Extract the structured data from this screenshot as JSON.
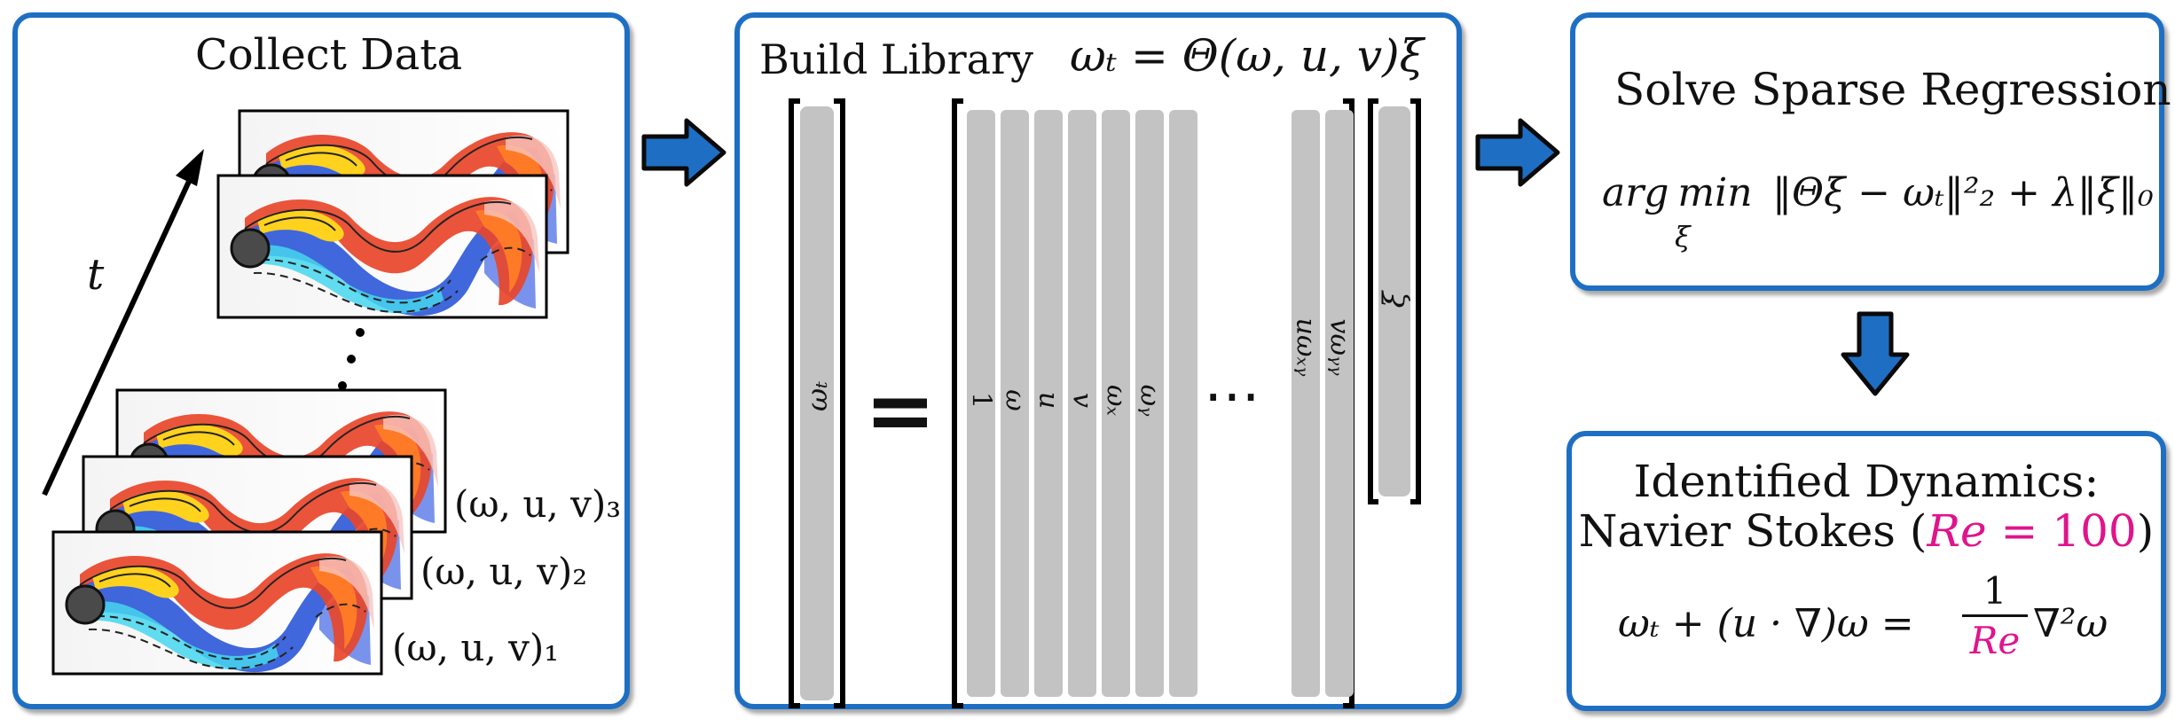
{
  "colors": {
    "border": "#1e6fc4",
    "arrow": "#1e6fc4",
    "column": "#c3c3c3",
    "re_color": "#e0148c"
  },
  "collect": {
    "title": "Collect Data",
    "time_label": "t",
    "snapshot_labels": [
      "(ω, u, v)₃",
      "(ω, u, v)₂",
      "(ω, u, v)₁"
    ]
  },
  "library": {
    "title": "Build Library",
    "equation": "ωₜ = Θ(ω, u, v)ξ",
    "lhs_label": "ωₜ",
    "equals": "=",
    "columns": [
      "1",
      "ω",
      "u",
      "v",
      "ωₓ",
      "ωᵧ",
      "",
      "uωₓᵧ",
      "vωᵧᵧ"
    ],
    "dots": "⋯",
    "xi_label": "ξ"
  },
  "sparse": {
    "title": "Solve Sparse Regression",
    "argmin": "arg min",
    "subscript": "ξ",
    "expr": "‖Θξ − ωₜ‖²₂ + λ‖ξ‖₀"
  },
  "identified": {
    "title": "Identified Dynamics:",
    "subtitle_prefix": "Navier Stokes (",
    "re": "Re",
    "re_value": " = 100",
    "subtitle_suffix": ")",
    "lhs": "ωₜ + (u · ∇)ω =",
    "numerator": "1",
    "denominator": "Re",
    "rhs": "∇²ω"
  },
  "icons": [
    "right-arrow-icon",
    "down-arrow-icon",
    "cylinder-icon"
  ]
}
